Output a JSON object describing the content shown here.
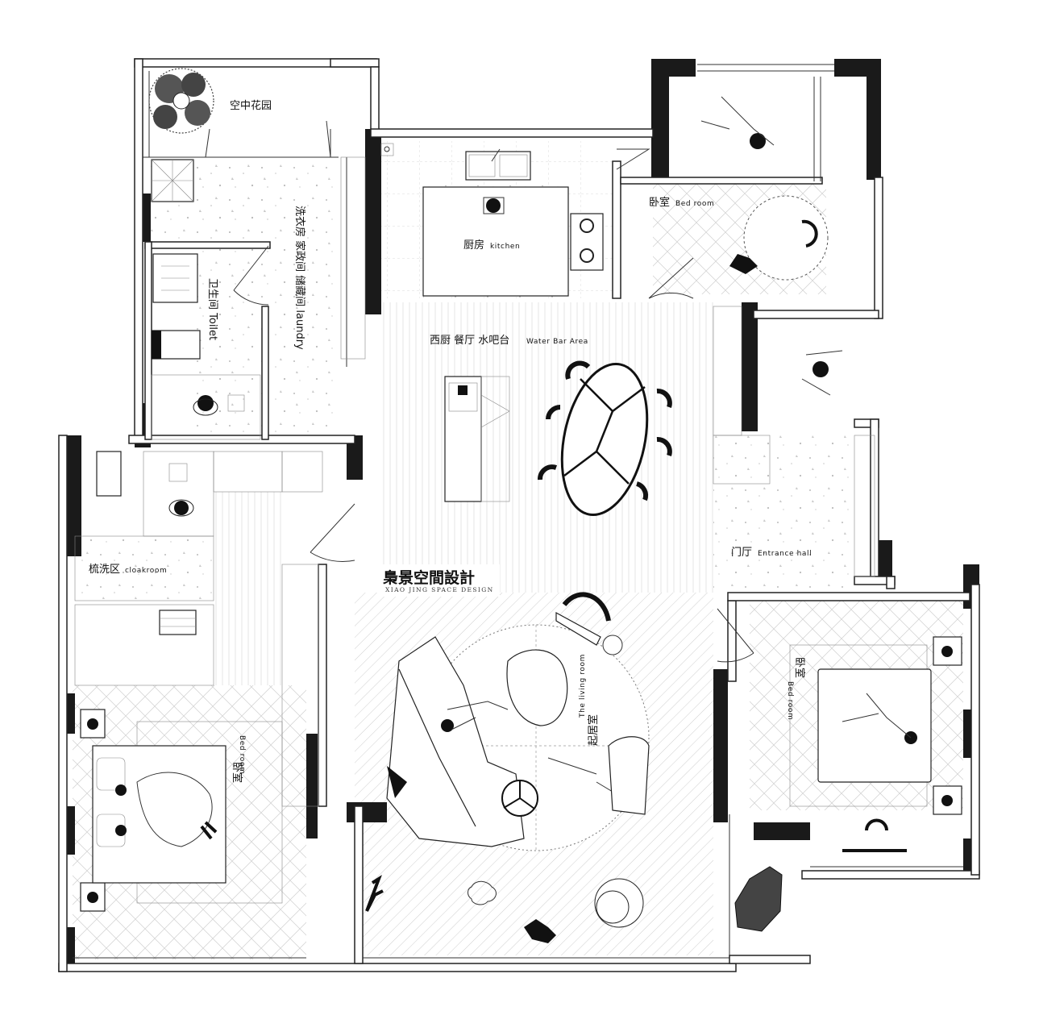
{
  "brand": {
    "name_cn": "梟景空間設計",
    "name_en": "XIAO JING SPACE DESIGN"
  },
  "rooms": {
    "sky_garden": "空中花园",
    "laundry": "洗衣房 家政间 储藏间 laundry",
    "toilet": "卫生间 Toilet",
    "kitchen_cn": "厨房",
    "kitchen_en": "kitchen",
    "bedroom_ne_cn": "卧室",
    "bedroom_ne_en": "Bed room",
    "dining": "西厨 餐厅 水吧台",
    "dining_en": "Water Bar Area",
    "cloakroom_cn": "梳洗区",
    "cloakroom_en": "cloakroom",
    "entrance_cn": "门厅",
    "entrance_en": "Entrance hall",
    "living_cn": "起居室",
    "living_en": "The living room",
    "bedroom_w_cn": "卧室",
    "bedroom_w_en": "Bed room",
    "bedroom_e_cn": "卧室",
    "bedroom_e_en": "Bed room"
  },
  "colors": {
    "wall": "#1a1a1a",
    "background": "#ffffff",
    "line": "#333333"
  }
}
